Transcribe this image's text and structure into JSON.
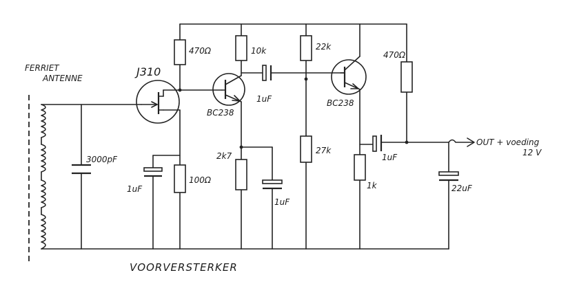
{
  "labels": {
    "antenna_line1": "FERRIET",
    "antenna_line2": "ANTENNE",
    "jfet": "J310",
    "q1": "BC238",
    "q2": "BC238",
    "r_470_a": "470Ω",
    "r_10k": "10k",
    "r_22k": "22k",
    "r_470_b": "470Ω",
    "c_1uf_coupling": "1uF",
    "c_3000pf": "3000pF",
    "c_1uf_source": "1uF",
    "r_100": "100Ω",
    "r_2k7": "2k7",
    "c_1uf_emitter": "1uF",
    "r_27k": "27k",
    "r_1k": "1k",
    "c_1uf_out": "1uF",
    "c_22uf": "22uF",
    "out_line1": "OUT + voeding",
    "out_line2": "12 V",
    "title": "VOORVERSTERKER"
  }
}
